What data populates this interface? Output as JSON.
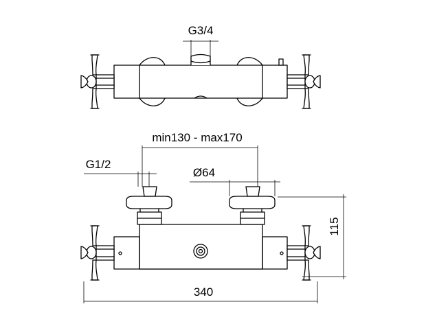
{
  "dimensions": {
    "top_outlet": "G3/4",
    "center_distance": "min130 - max170",
    "inlet_thread": "G1/2",
    "diameter": "Ø64",
    "height": "115",
    "total_width": "340"
  }
}
